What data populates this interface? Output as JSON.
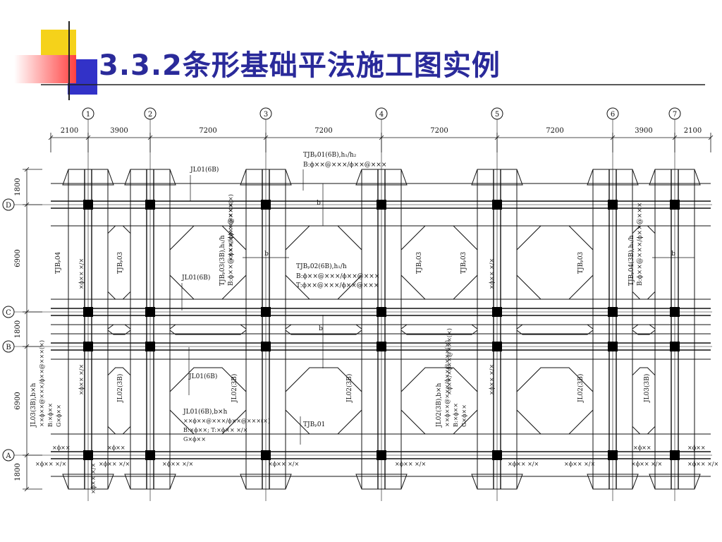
{
  "slide": {
    "title": "3.3.2条形基础平法施工图实例"
  },
  "drawing": {
    "axes_x": [
      "1",
      "2",
      "3",
      "4",
      "5",
      "6",
      "7"
    ],
    "axes_y": [
      "D",
      "C",
      "B",
      "A"
    ],
    "top_dimensions": [
      "2100",
      "3900",
      "7200",
      "7200",
      "7200",
      "7200",
      "3900",
      "2100"
    ],
    "left_dimensions": [
      "1800",
      "6900",
      "1800",
      "6900",
      "1800"
    ],
    "labels": {
      "tjb01_top": "TJBₚ01(6B),h₁/h₂",
      "tjb01_top_reinf": "B:ϕ××@×××/ϕ××@×××",
      "jl01_top": "JL01(6B)",
      "jl01_mid": "JL01(6B)",
      "jl01_low": "JL01(6B)",
      "tjb04_left": "TJBₚ04",
      "tjb03_a": "TJBₚ03",
      "tjb03_b": "TJBₚ03",
      "tjb03_c": "TJBₚ03",
      "tjb03_d": "TJBₚ03",
      "tjb03_3b": "TJBₚ03(3B),h₁/h",
      "tjb03_3b_reinf": "B:ϕ××@×××/ϕ××@×××",
      "tjb02": "TJBₚ02(6B),h₁/h",
      "tjb02_b": "B:ϕ××@×××/ϕ××@×××",
      "tjb02_t": "T:ϕ××@×××/ϕ××@×××",
      "tjb04_3b": "TJBₚ04(3B),h₁/h",
      "tjb04_3b_reinf": "B:ϕ××@×××/ϕ××@×××",
      "jl02_a": "JL02(3B)",
      "jl02_b": "JL02(3B)",
      "jl02_c": "JL02(3B)",
      "jl02_d": "JL02(3B)",
      "jl03_right": "JL03(3B)",
      "jl03_left": "JL03(3B),b×h",
      "jl03_left_1": "××ϕ××@×××/ϕ××@×××(×)",
      "jl03_left_2": "B:×ϕ××",
      "jl03_left_3": "G×ϕ××",
      "jl01_detail": "JL01(6B),b×h",
      "jl01_detail_1": "××ϕ××@×××/ϕ××@×××(×)",
      "jl01_detail_2": "B:×ϕ××; T:×ϕ×× ×/×",
      "jl01_detail_3": "G×ϕ××",
      "tjb01_bottom": "TJBₚ01",
      "jl02_det": "JL02(3B),b×h",
      "jl02_det_1": "××ϕ××@×××/ϕ××@×××(×)",
      "jl02_det_2": "B:×ϕ××",
      "jl02_det_3": "G×ϕ××",
      "bar_a": "×ϕ××",
      "bar_b": "×ϕ×× ×/×",
      "bar_c": "×ϕ××/×ϕ××@×××(×)",
      "dim_b": "b"
    }
  }
}
